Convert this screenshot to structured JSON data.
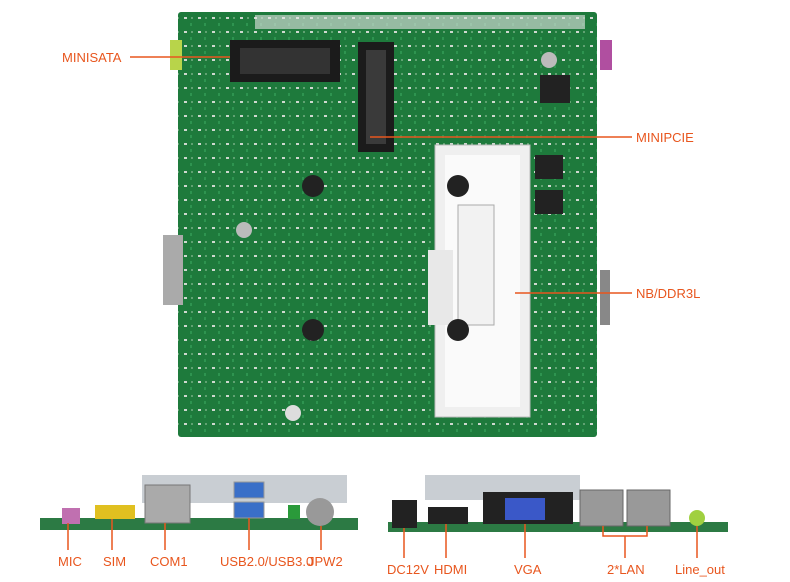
{
  "colors": {
    "accent": "#e8561e",
    "board": "#1f7a3a"
  },
  "top_view": {
    "labels": {
      "minisata": "MINISATA",
      "minipcie": "MINIPCIE",
      "ddr": "NB/DDR3L"
    }
  },
  "io_left": {
    "labels": {
      "mic": "MIC",
      "sim": "SIM",
      "com1": "COM1",
      "usb": "USB2.0/USB3.0",
      "jpw2": "JPW2"
    }
  },
  "io_right": {
    "labels": {
      "dc12v": "DC12V",
      "hdmi": "HDMI",
      "vga": "VGA",
      "lan": "2*LAN",
      "line_out": "Line_out"
    }
  }
}
